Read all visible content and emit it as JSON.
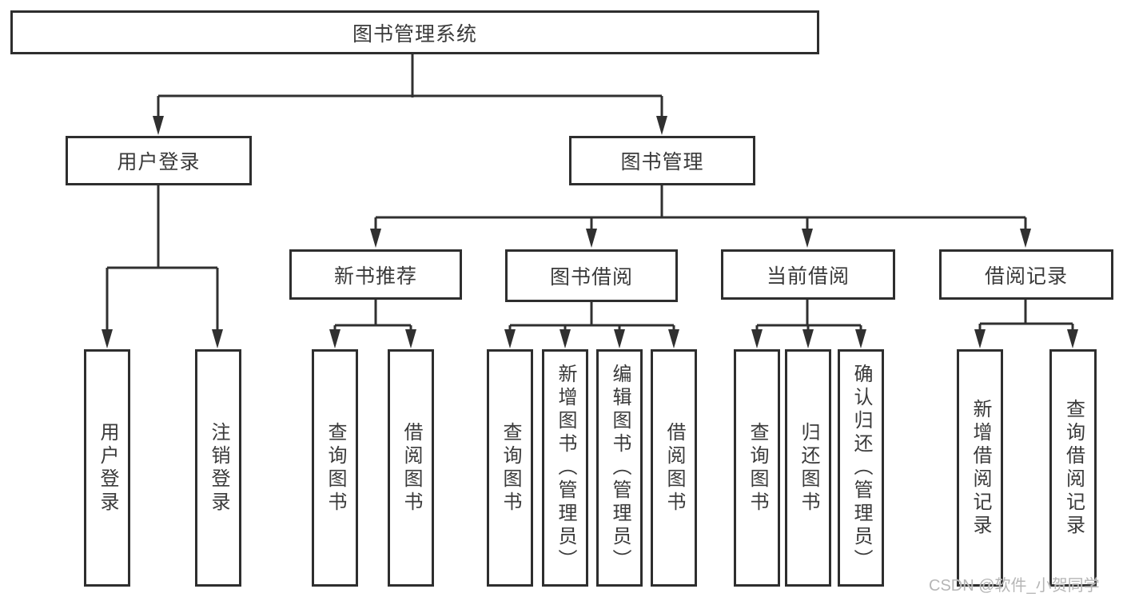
{
  "tree": {
    "root": {
      "label": "图书管理系统"
    },
    "branches": [
      {
        "label": "用户登录",
        "children": [
          {
            "label": "用户登录"
          },
          {
            "label": "注销登录"
          }
        ]
      },
      {
        "label": "图书管理",
        "children": [
          {
            "label": "新书推荐",
            "children": [
              {
                "label": "查询图书"
              },
              {
                "label": "借阅图书"
              }
            ]
          },
          {
            "label": "图书借阅",
            "children": [
              {
                "label": "查询图书"
              },
              {
                "label": "新增图书（管理员）"
              },
              {
                "label": "编辑图书（管理员）"
              },
              {
                "label": "借阅图书"
              }
            ]
          },
          {
            "label": "当前借阅",
            "children": [
              {
                "label": "查询图书"
              },
              {
                "label": "归还图书"
              },
              {
                "label": "确认归还（管理员）"
              }
            ]
          },
          {
            "label": "借阅记录",
            "children": [
              {
                "label": "新增借阅记录"
              },
              {
                "label": "查询借阅记录"
              }
            ]
          }
        ]
      }
    ]
  },
  "watermark": {
    "text": "CSDN @软件_小贺同学"
  },
  "colors": {
    "line": "#303030",
    "border": "#2e2e2e",
    "text": "#3a3a3a",
    "watermark": "#b6b6b6",
    "background": "#ffffff"
  }
}
